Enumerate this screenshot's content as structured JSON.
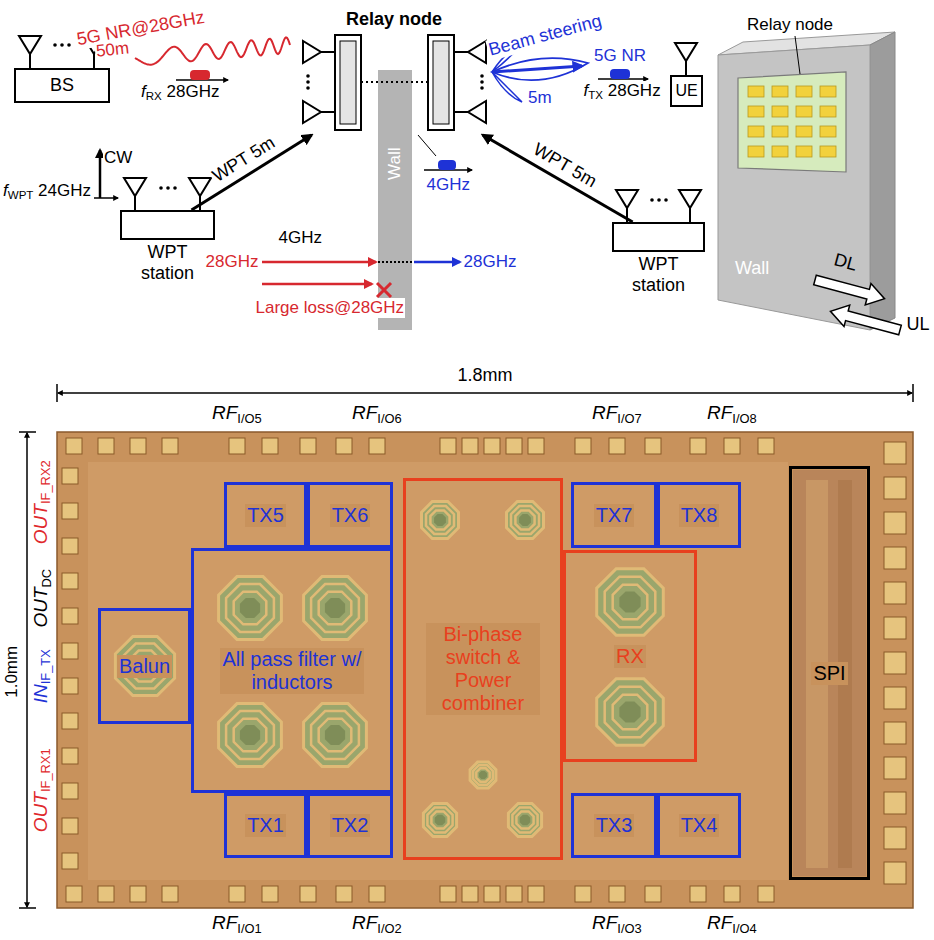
{
  "diagram": {
    "nodes": [
      {
        "text": [
          "BS"
        ]
      },
      {
        "text": [
          "Relay node"
        ]
      },
      {
        "text": [
          "Wall"
        ]
      },
      {
        "text": [
          "UE"
        ]
      },
      {
        "text": [
          "WPT station"
        ]
      },
      {
        "text": [
          "WPT station"
        ]
      },
      {
        "text": [
          "TX5"
        ]
      },
      {
        "text": [
          "TX6"
        ]
      },
      {
        "text": [
          "TX7"
        ]
      },
      {
        "text": [
          "TX8"
        ]
      },
      {
        "text": [
          "Balun"
        ]
      },
      {
        "text": [
          "All pass filter w/ inductors"
        ]
      },
      {
        "text": [
          "Bi-phase switch & Power combiner"
        ]
      },
      {
        "text": [
          "RX"
        ]
      },
      {
        "text": [
          "SPI"
        ]
      },
      {
        "text": [
          "TX1"
        ]
      },
      {
        "text": [
          "TX2"
        ]
      },
      {
        "text": [
          "TX3"
        ]
      },
      {
        "text": [
          "TX4"
        ]
      }
    ],
    "edges": [
      {
        "from": 4,
        "to": 1,
        "arrow": "to",
        "label": "WPT 5m"
      },
      {
        "from": 5,
        "to": 1,
        "arrow": "to",
        "label": "WPT 5m"
      }
    ],
    "labels": [
      "5G NR@28GHz",
      "50m",
      "fRX 28GHz",
      "Beam steering",
      "5G NR",
      "5m",
      "fTX 28GHz",
      "CW",
      "fWPT 24GHz",
      "4GHz",
      "4GHz",
      "28GHz",
      "28GHz",
      "Large loss@28GHz",
      "Relay node",
      "Wall",
      "DL",
      "UL",
      "1.8mm",
      "1.0mm",
      "OUTIF_RX2",
      "OUTDC",
      "INIF_TX",
      "OUTIF_RX1",
      "RFI/O5",
      "RFI/O6",
      "RFI/O7",
      "RFI/O8",
      "RFI/O1",
      "RFI/O2",
      "RFI/O3",
      "RFI/O4"
    ]
  }
}
